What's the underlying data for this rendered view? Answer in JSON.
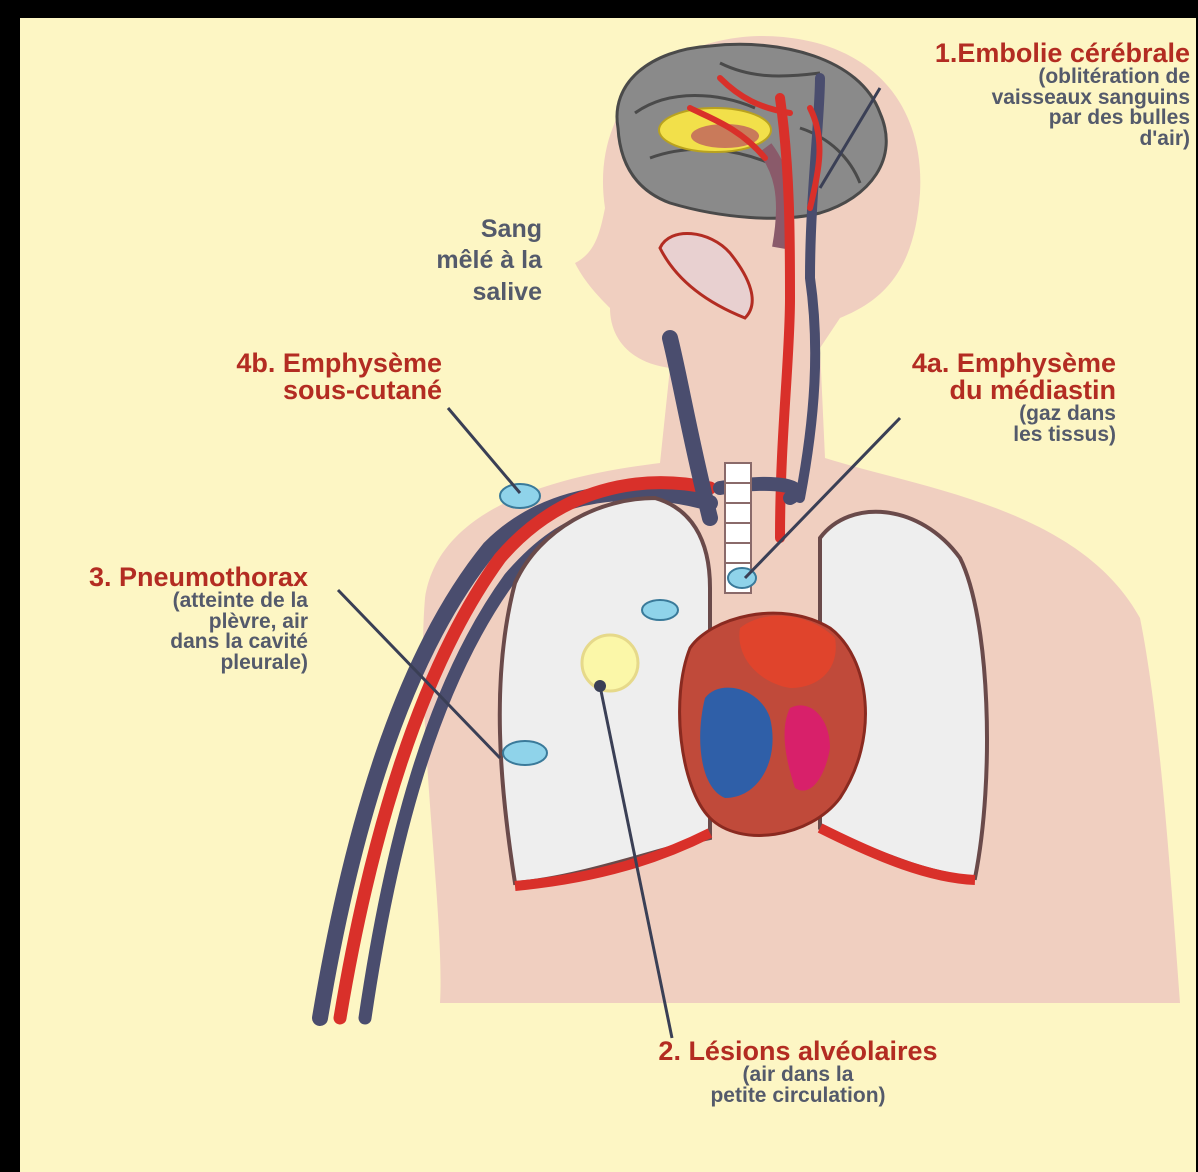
{
  "colors": {
    "background": "#fdf6c4",
    "body": "#f0cfc0",
    "artery": "#d9302a",
    "vein": "#4a4d6e",
    "title_text": "#b32c22",
    "subtitle_text": "#545a6b",
    "air_bubble": "#8fd3ea"
  },
  "labels": {
    "embolie": {
      "title": "1.Embolie cérébrale",
      "lines": [
        "(oblitération de",
        "vaisseaux sanguins",
        "par des bulles",
        "d'air)"
      ]
    },
    "sang": {
      "lines": [
        "Sang",
        "mêlé à la",
        "salive"
      ]
    },
    "emph_sc": {
      "lines": [
        "4b. Emphysème",
        "sous-cutané"
      ]
    },
    "emph_med": {
      "title_lines": [
        "4a. Emphysème",
        "du médiastin"
      ],
      "lines": [
        "(gaz dans",
        "les tissus)"
      ]
    },
    "pneumo": {
      "title": "3. Pneumothorax",
      "lines": [
        "(atteinte de la",
        "plèvre, air",
        "dans la cavité",
        "pleurale)"
      ]
    },
    "lesions": {
      "title": "2. Lésions alvéolaires",
      "lines": [
        "(air dans la",
        "petite circulation)"
      ]
    }
  }
}
